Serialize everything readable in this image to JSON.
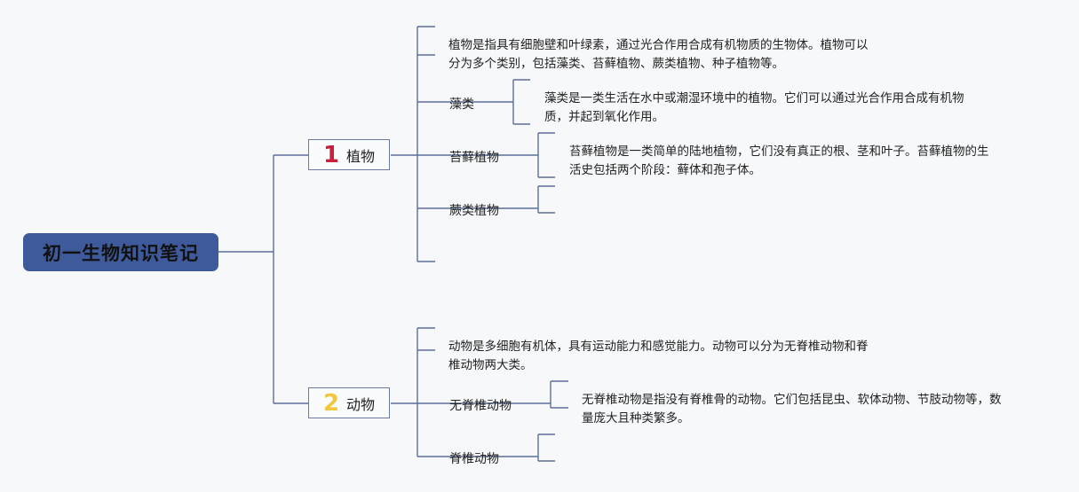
{
  "root": {
    "title": "初一生物知识笔记"
  },
  "branches": [
    {
      "number": "1",
      "number_color": "#c81f3a",
      "label": "植物",
      "intro": [
        "植物是指具有细胞壁和叶绿素，通过光合作用合成有机物质的生物体。植物可以",
        "分为多个类别，包括藻类、苔藓植物、蕨类植物、种子植物等。"
      ],
      "children": [
        {
          "label": "藻类",
          "text": [
            "藻类是一类生活在水中或潮湿环境中的植物。它们可以通过光合作用合成有机物",
            "质，并起到氧化作用。"
          ]
        },
        {
          "label": "苔藓植物",
          "text": [
            "苔藓植物是一类简单的陆地植物，它们没有真正的根、茎和叶子。苔藓植物的生",
            "活史包括两个阶段：藓体和孢子体。"
          ]
        },
        {
          "label": "蕨类植物",
          "text": []
        }
      ]
    },
    {
      "number": "2",
      "number_color": "#f2c63e",
      "label": "动物",
      "intro": [
        "动物是多细胞有机体，具有运动能力和感觉能力。动物可以分为无脊椎动物和脊",
        "椎动物两大类。"
      ],
      "children": [
        {
          "label": "无脊椎动物",
          "text": [
            "无脊椎动物是指没有脊椎骨的动物。它们包括昆虫、软体动物、节肢动物等，数",
            "量庞大且种类繁多。"
          ]
        },
        {
          "label": "脊椎动物",
          "text": []
        }
      ]
    }
  ]
}
